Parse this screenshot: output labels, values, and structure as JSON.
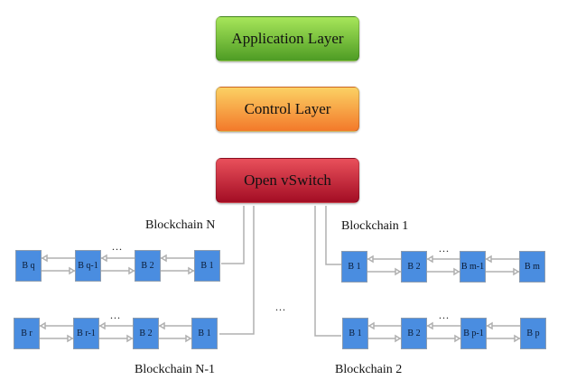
{
  "layers": {
    "application": "Application Layer",
    "control": "Control Layer",
    "switch": "Open vSwitch"
  },
  "colors": {
    "application": [
      "#a7e65a",
      "#4e9c24"
    ],
    "control": [
      "#fbd164",
      "#f3792a"
    ],
    "switch": [
      "#e9505b",
      "#a30d24"
    ],
    "block": "#4a8de0",
    "connector": "#b0b0b0"
  },
  "ellipsis": "...",
  "chains": [
    {
      "id": "n",
      "label": "Blockchain N",
      "blocks": [
        "B q",
        "B q-1",
        "B 2",
        "B 1"
      ]
    },
    {
      "id": "n1",
      "label": "Blockchain N-1",
      "blocks": [
        "B r",
        "B r-1",
        "B 2",
        "B 1"
      ]
    },
    {
      "id": "c1",
      "label": "Blockchain 1",
      "blocks": [
        "B 1",
        "B 2",
        "B m-1",
        "B m"
      ]
    },
    {
      "id": "c2",
      "label": "Blockchain 2",
      "blocks": [
        "B 1",
        "B 2",
        "B p-1",
        "B p"
      ]
    }
  ]
}
